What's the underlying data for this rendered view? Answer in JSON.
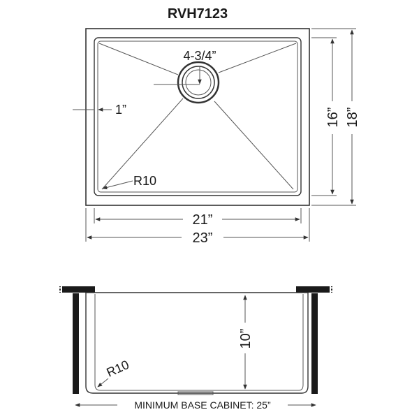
{
  "title": "RVH7123",
  "top_view": {
    "drain_size": "4-3/4”",
    "offset": "1”",
    "corner_radius": "R10",
    "inner_width": "21”",
    "outer_width": "23”",
    "inner_depth": "16”",
    "outer_depth": "18”"
  },
  "side_view": {
    "bowl_depth": "10”",
    "corner_radius": "R10",
    "cabinet_label": "MINIMUM BASE CABINET: 25”"
  },
  "colors": {
    "line": "#333333",
    "text": "#1a1a1a",
    "fill": "#1a1a1a"
  }
}
